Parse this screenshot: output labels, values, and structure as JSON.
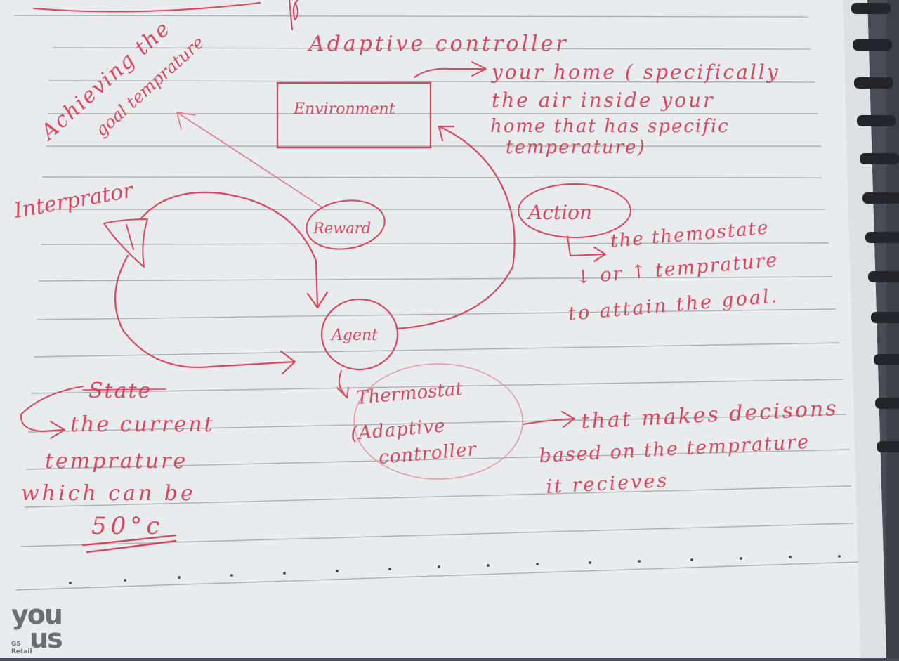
{
  "colors": {
    "ink": "#d9475e",
    "paper": "#e9ecee",
    "rule": "#a9b0b3",
    "binding": "#23252b",
    "logo": "#6c6f72"
  },
  "heading": "Adaptive controller",
  "goal_note": [
    "Achieving the",
    "goal temprature"
  ],
  "environment": {
    "box_label": "Environment",
    "note": [
      "your home ( specifically",
      "the air inside your",
      "home that has specific",
      "temperature)"
    ]
  },
  "interpreter": "Interprator",
  "reward": "Reward",
  "action": {
    "label": "Action",
    "note": [
      "the themostate",
      "↓ or ↑ temprature",
      "to attain the goal."
    ]
  },
  "agent": {
    "label": "Agent",
    "note": [
      "Thermostat",
      "(Adaptive",
      "controller"
    ],
    "description": [
      "that makes decisons",
      "based on the temprature",
      "it recieves"
    ]
  },
  "state": {
    "label": "State",
    "note": [
      "the current",
      "temprature",
      "which can be"
    ],
    "value": "50°c"
  },
  "notebook_brand": {
    "line1": "you",
    "line2": "us",
    "sub1": "GS",
    "sub2": "Retail"
  }
}
